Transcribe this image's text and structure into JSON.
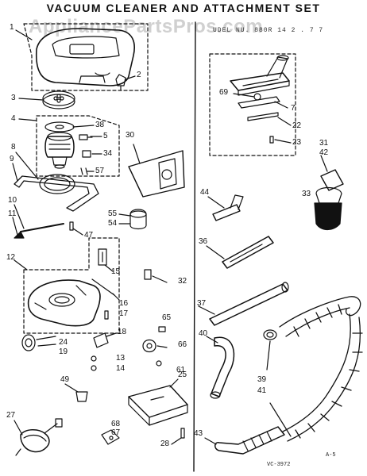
{
  "title": "VACUUM CLEANER AND ATTACHMENT SET",
  "watermark": "AppliancePartsPros.com",
  "model_text": "UDEL NU. 880R 14 2 . 7 7",
  "drawing_no": "VC-3972",
  "sheet": "A-5",
  "callouts": {
    "c1": "1",
    "c2": "2",
    "c3": "3",
    "c4": "4",
    "c5": "5",
    "c7": "7",
    "c8": "8",
    "c9": "9",
    "c10": "10",
    "c11": "11",
    "c12": "12",
    "c13": "13",
    "c14": "14",
    "c15": "15",
    "c16": "16",
    "c17": "17",
    "c18": "18",
    "c19": "19",
    "c22": "22",
    "c23": "23",
    "c24": "24",
    "c25": "25",
    "c27": "27",
    "c28": "28",
    "c30": "30",
    "c31": "31",
    "c32": "32",
    "c33": "33",
    "c34": "34",
    "c36": "36",
    "c37": "37",
    "c38": "38",
    "c39": "39",
    "c40": "40",
    "c41": "41",
    "c42": "42",
    "c43": "43",
    "c44": "44",
    "c47": "47",
    "c49": "49",
    "c54": "54",
    "c55": "55",
    "c57": "57",
    "c61": "61",
    "c65": "65",
    "c66": "66",
    "c67": "67",
    "c68": "68",
    "c69": "69"
  }
}
